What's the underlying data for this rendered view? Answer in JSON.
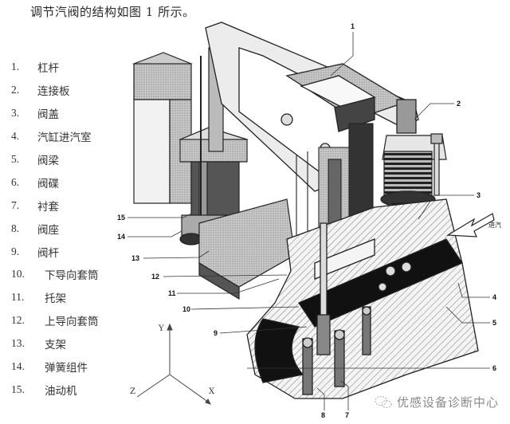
{
  "caption": "调节汽阀的结构如图 1 所示。",
  "legend": [
    {
      "num": "1.",
      "label": "杠杆"
    },
    {
      "num": "2.",
      "label": "连接板"
    },
    {
      "num": "3.",
      "label": "阀盖"
    },
    {
      "num": "4.",
      "label": "汽缸进汽室"
    },
    {
      "num": "5.",
      "label": "阀梁"
    },
    {
      "num": "6.",
      "label": "阀碟"
    },
    {
      "num": "7.",
      "label": "衬套"
    },
    {
      "num": "8.",
      "label": "阀座"
    },
    {
      "num": "9.",
      "label": "阀杆"
    },
    {
      "num": "10.",
      "label": "下导向套筒"
    },
    {
      "num": "11.",
      "label": "托架"
    },
    {
      "num": "12.",
      "label": "上导向套筒"
    },
    {
      "num": "13.",
      "label": "支架"
    },
    {
      "num": "14.",
      "label": "弹簧组件"
    },
    {
      "num": "15.",
      "label": "油动机"
    }
  ],
  "callouts": {
    "c1": "1",
    "c2": "2",
    "c3": "3",
    "c4": "4",
    "c5": "5",
    "c6": "6",
    "c7": "7",
    "c8": "8",
    "c9": "9",
    "c10": "10",
    "c11": "11",
    "c12": "12",
    "c13": "13",
    "c14": "14",
    "c15": "15"
  },
  "steam_inlet_label": "进汽",
  "axes": {
    "x": "X",
    "y": "Y",
    "z": "Z"
  },
  "watermark": {
    "icon": "wechat-icon",
    "text": "优感设备诊断中心"
  }
}
